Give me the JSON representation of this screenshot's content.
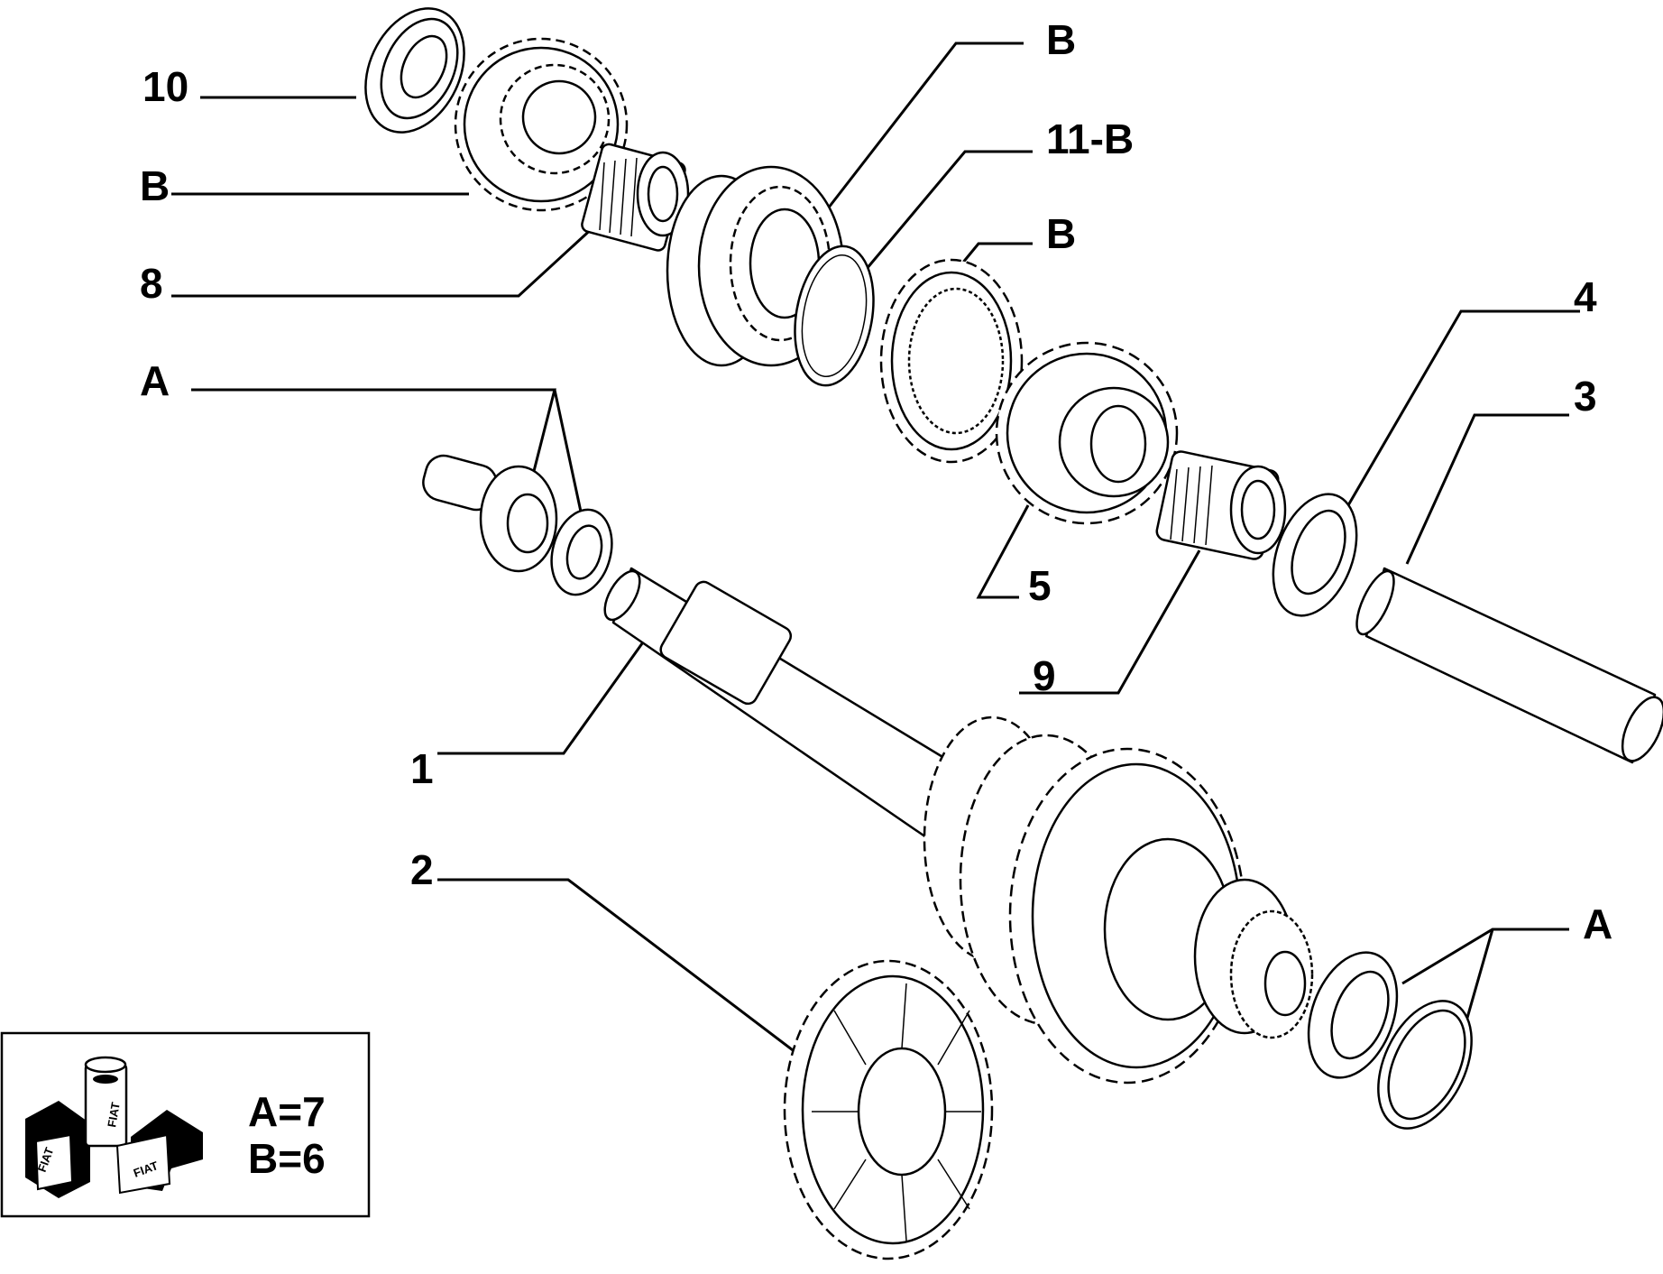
{
  "labels": {
    "p10": "10",
    "pB_top_left": "B",
    "p8": "8",
    "pA_left": "A",
    "pB_top": "B",
    "p11B": "11-B",
    "pB_mid": "B",
    "p4": "4",
    "p3": "3",
    "p5": "5",
    "p9": "9",
    "p1": "1",
    "p2": "2",
    "pA_right": "A"
  },
  "kit": {
    "line_a": "A=7",
    "line_b": "B=6",
    "logo_text": "FIAT"
  }
}
